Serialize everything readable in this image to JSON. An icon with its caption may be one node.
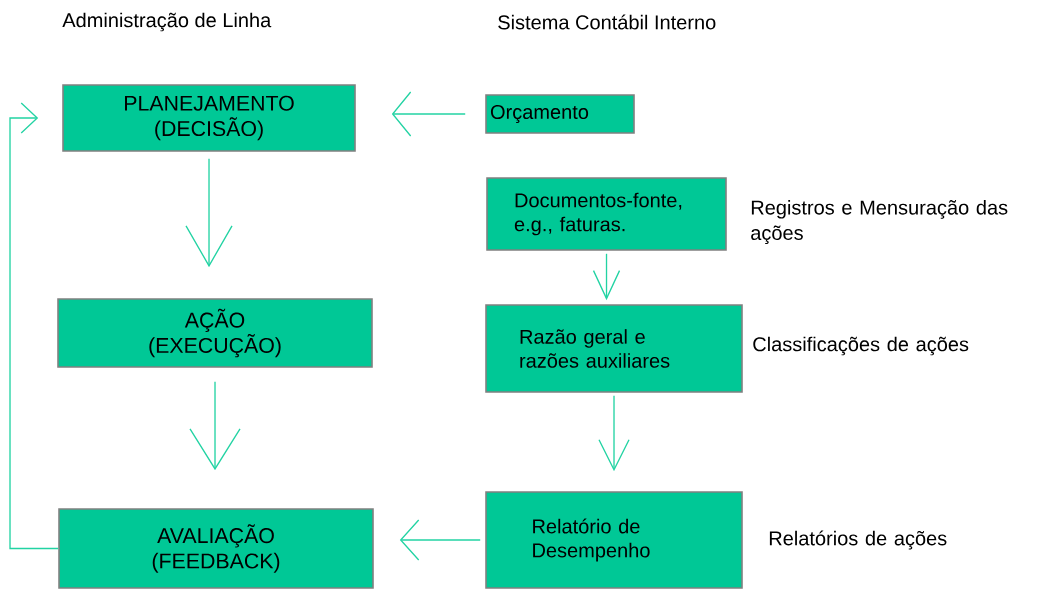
{
  "diagram": {
    "nodes": [
      {
        "text": [
          "PLANEJAMENTO (DECISÃO)"
        ]
      },
      {
        "text": [
          "AÇÃO (EXECUÇÃO)"
        ]
      },
      {
        "text": [
          "AVALIAÇÃO (FEEDBACK)"
        ]
      },
      {
        "text": [
          "Orçamento"
        ]
      },
      {
        "text": [
          "Documentos-fonte, e.g., faturas."
        ],
        "beside": [
          "Registros e Mensuração das ações"
        ]
      },
      {
        "text": [
          "Razão geral e razões auxiliares"
        ],
        "beside": [
          "Classificações de ações"
        ]
      },
      {
        "text": [
          "Relatório de Desempenho"
        ],
        "beside": [
          "Relatórios de ações"
        ]
      }
    ],
    "edges": [
      {
        "from": 0,
        "to": 1,
        "arrow": "to"
      },
      {
        "from": 1,
        "to": 2,
        "arrow": "to"
      },
      {
        "from": 3,
        "to": 0,
        "arrow": "to"
      },
      {
        "from": 4,
        "to": 5,
        "arrow": "to"
      },
      {
        "from": 5,
        "to": 6,
        "arrow": "to"
      },
      {
        "from": 6,
        "to": 2,
        "arrow": "to"
      },
      {
        "from": 2,
        "to": 0,
        "arrow": "to"
      }
    ],
    "labels": [
      "Administração de Linha",
      "Sistema Contábil Interno"
    ]
  }
}
